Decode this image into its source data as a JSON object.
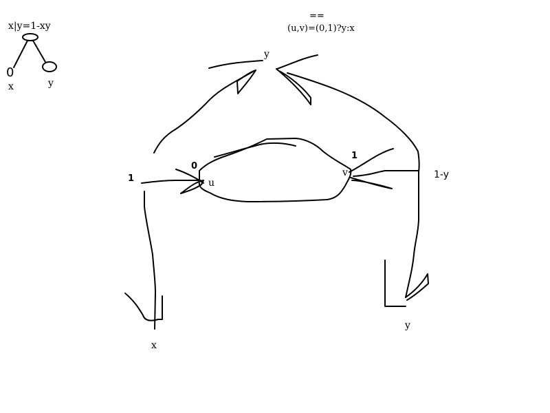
{
  "legend": {
    "formula": "x|y=1-xy",
    "zero": "0",
    "x": "x",
    "y": "y"
  },
  "header": {
    "eq": "==",
    "rule": "(u,v)=(0,1)?y:x"
  },
  "labels": {
    "top_y": "y",
    "left_one": "1",
    "zero": "0",
    "u": "u",
    "v": "v",
    "right_one": "1",
    "one_minus_y": "1-y",
    "bottom_x": "x",
    "bottom_y": "y"
  }
}
